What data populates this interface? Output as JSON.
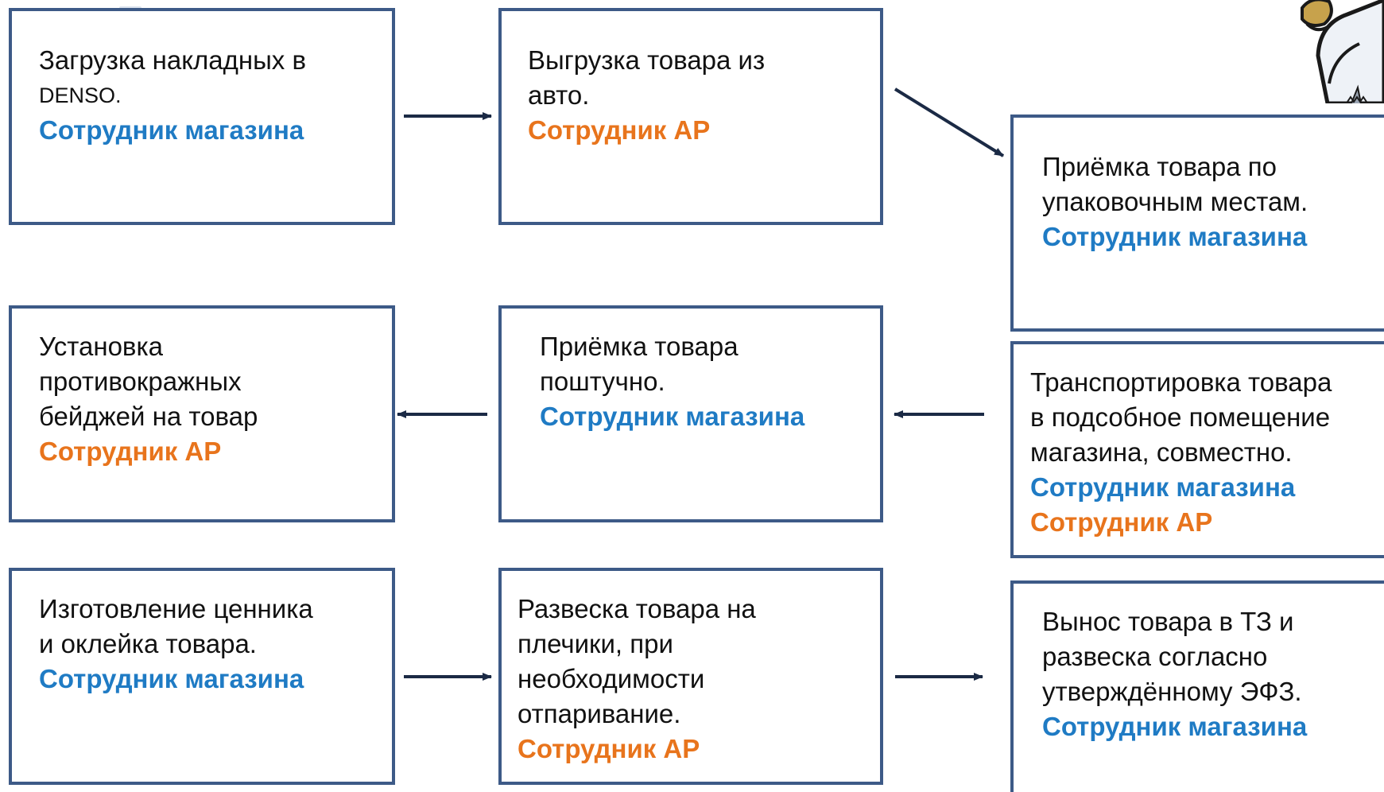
{
  "colors": {
    "box_border": "#3d5a87",
    "arrow": "#1b2a45",
    "role_store": "#1f7bc4",
    "role_ap": "#e8741c",
    "text": "#111111"
  },
  "steps": {
    "s1": {
      "lines": [
        "Загрузка накладных в",
        "DENSO."
      ],
      "roles": [
        "Сотрудник магазина"
      ]
    },
    "s2": {
      "lines": [
        "Выгрузка товара из",
        "авто."
      ],
      "roles": [
        "Сотрудник АР"
      ]
    },
    "s3": {
      "lines": [
        "Приёмка товара по",
        "упаковочным местам."
      ],
      "roles": [
        "Сотрудник магазина"
      ]
    },
    "s4": {
      "lines": [
        "Установка",
        "противокражных",
        "бейджей на товар"
      ],
      "roles": [
        "Сотрудник АР"
      ]
    },
    "s5": {
      "lines": [
        "Приёмка товара",
        "поштучно."
      ],
      "roles": [
        "Сотрудник магазина"
      ]
    },
    "s6": {
      "lines": [
        "Транспортировка товара",
        "в подсобное помещение",
        "магазина, совместно."
      ],
      "roles": [
        "Сотрудник магазина",
        "Сотрудник АР"
      ]
    },
    "s7": {
      "lines": [
        "Изготовление ценника",
        "и оклейка товара."
      ],
      "roles": [
        "Сотрудник магазина"
      ]
    },
    "s8": {
      "lines": [
        "Развеска товара на",
        "плечики, при",
        "необходимости",
        "отпаривание."
      ],
      "roles": [
        "Сотрудник АР"
      ]
    },
    "s9": {
      "lines": [
        "Вынос товара в ТЗ и",
        "развеска согласно",
        "утверждённому ЭФЗ."
      ],
      "roles": [
        "Сотрудник магазина"
      ]
    }
  },
  "connections": [
    {
      "from": "s1",
      "to": "s2"
    },
    {
      "from": "s2",
      "to": "s3"
    },
    {
      "from": "s6",
      "to": "s5"
    },
    {
      "from": "s5",
      "to": "s4"
    },
    {
      "from": "s7",
      "to": "s8"
    },
    {
      "from": "s8",
      "to": "s9"
    }
  ],
  "mascot": {
    "icon": "cartoon-character-icon"
  }
}
